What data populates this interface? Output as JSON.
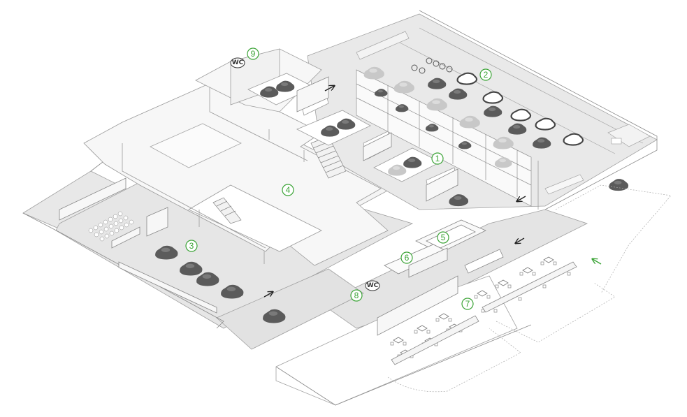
{
  "colors": {
    "accent": "#3aa335",
    "floor": "#e6e6e6",
    "floor_light": "#f0f0f0",
    "line": "#9a9a9a",
    "car": "#5b5b5b",
    "car_light": "#bdbdbd",
    "arrow_dark": "#222222"
  },
  "zones": [
    {
      "id": "zone-1",
      "label": "1"
    },
    {
      "id": "zone-2",
      "label": "2"
    },
    {
      "id": "zone-3",
      "label": "3"
    },
    {
      "id": "zone-4",
      "label": "4"
    },
    {
      "id": "zone-5",
      "label": "5"
    },
    {
      "id": "zone-6",
      "label": "6"
    },
    {
      "id": "zone-7",
      "label": "7"
    },
    {
      "id": "zone-8",
      "label": "8"
    },
    {
      "id": "zone-9",
      "label": "9"
    }
  ],
  "badges": [
    {
      "id": "wc-badge-upper",
      "label": "WC"
    },
    {
      "id": "wc-badge-lower",
      "label": "WC"
    }
  ]
}
